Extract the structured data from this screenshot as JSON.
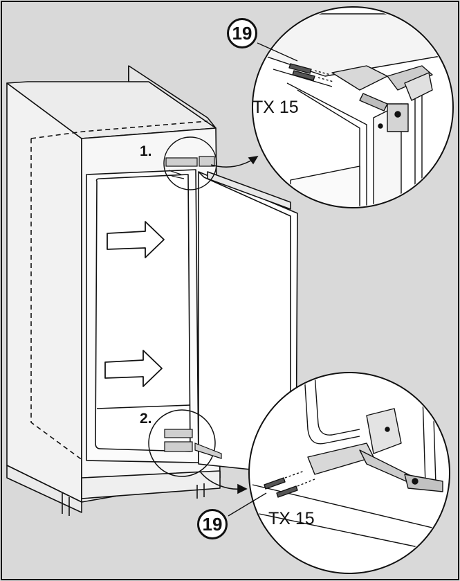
{
  "labels": {
    "step_1": "1.",
    "step_2": "2.",
    "part_number_top": "19",
    "part_number_bottom": "19",
    "torx_top": "TX 15",
    "torx_bottom": "TX 15"
  },
  "colors": {
    "background": "#d9d9d9",
    "line": "#111111",
    "panel": "#ffffff",
    "arrow_fill": "#ffffff"
  }
}
